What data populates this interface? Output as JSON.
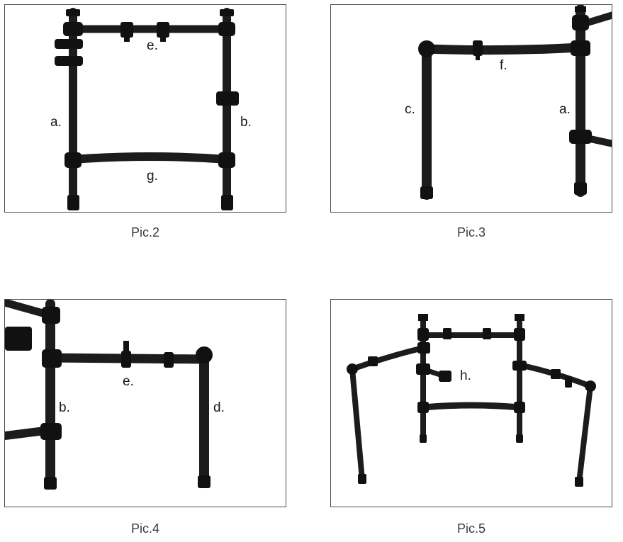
{
  "figures": [
    {
      "caption": "Pic.2",
      "labels": {
        "a": "a.",
        "b": "b.",
        "e": "e.",
        "g": "g."
      }
    },
    {
      "caption": "Pic.3",
      "labels": {
        "c": "c.",
        "f": "f.",
        "a": "a."
      }
    },
    {
      "caption": "Pic.4",
      "labels": {
        "e": "e.",
        "b": "b.",
        "d": "d."
      }
    },
    {
      "caption": "Pic.5",
      "labels": {
        "h": "h."
      }
    }
  ],
  "colors": {
    "tube": "#1c1c1c",
    "joint": "#111111",
    "border": "#4a4a4a"
  }
}
